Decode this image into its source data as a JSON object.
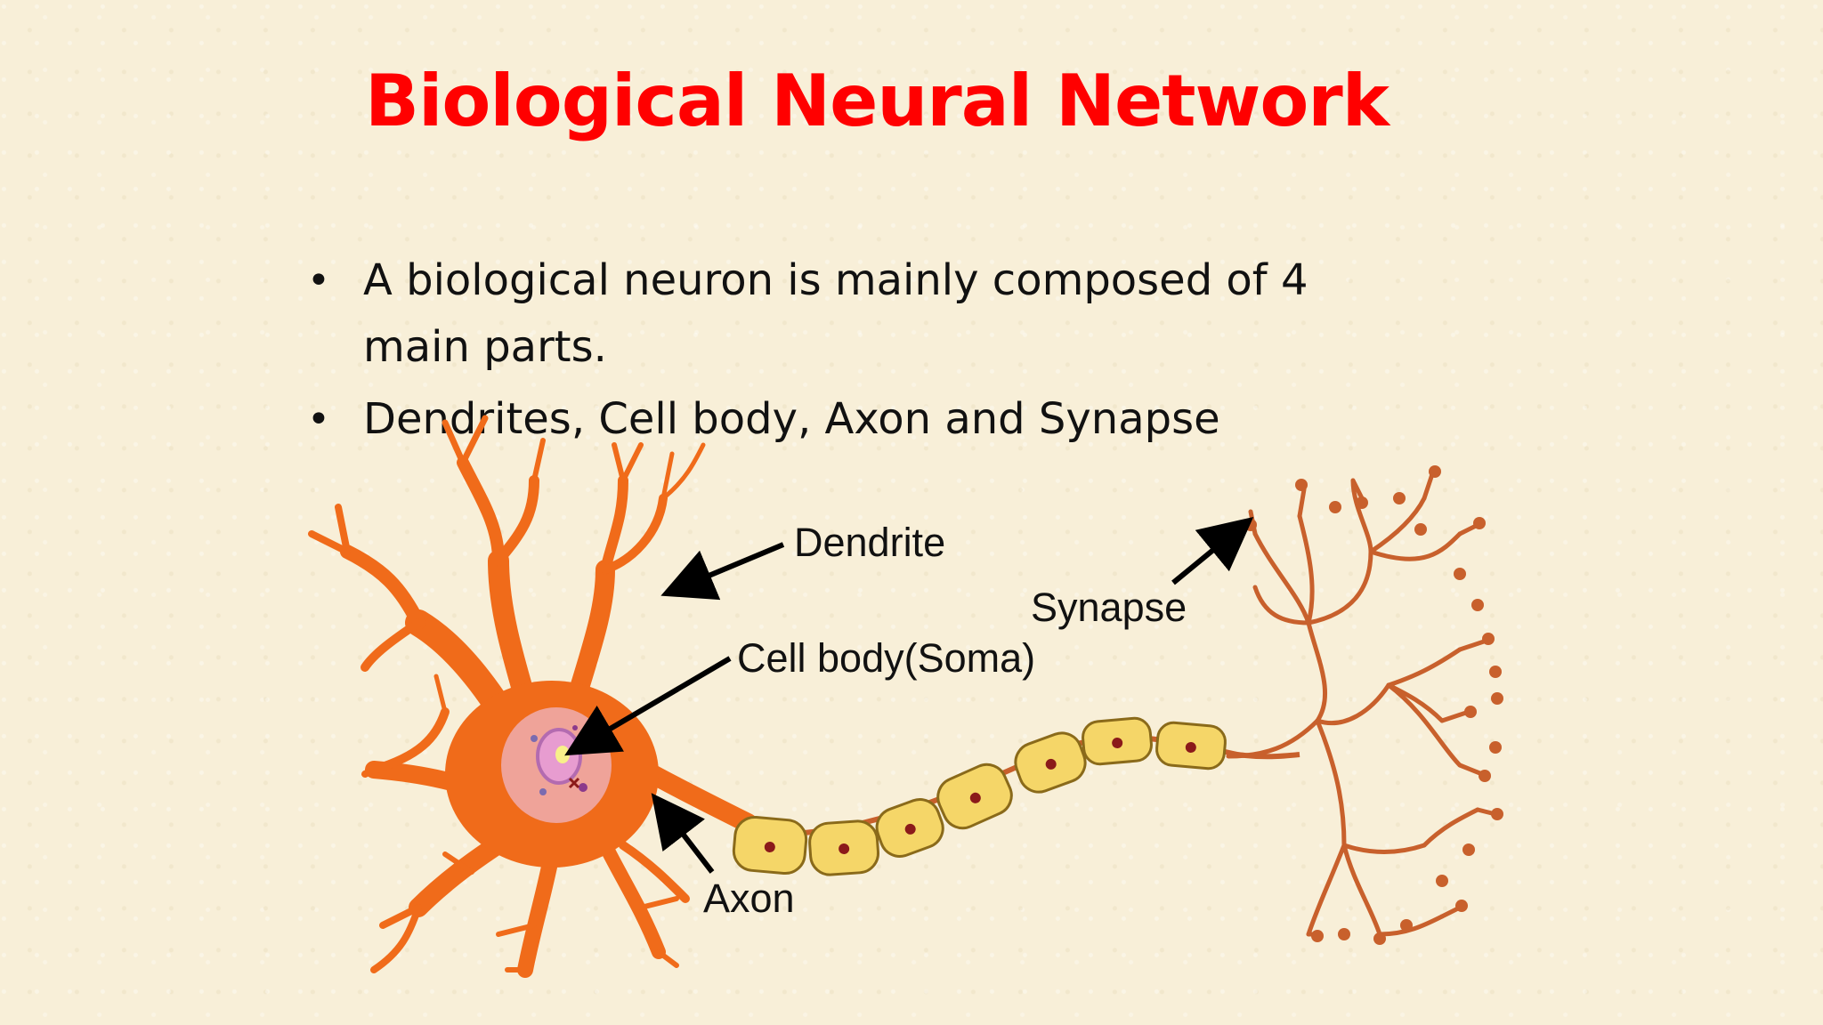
{
  "title": "Biological Neural Network",
  "bullets": [
    {
      "text": "A biological neuron is mainly composed of 4 main  parts."
    },
    {
      "text": "Dendrites, Cell body, Axon and Synapse"
    }
  ],
  "diagram": {
    "labels": {
      "dendrite": "Dendrite",
      "cell_body": "Cell body(Soma)",
      "axon": "Axon",
      "synapse": "Synapse"
    },
    "colors": {
      "neuron": "#f06b1a",
      "soma_nucleus": "#e8a0a6",
      "myelin": "#f5d668",
      "myelin_outline": "#8a6a1a",
      "terminal": "#c8602c",
      "title": "#ff0000"
    }
  }
}
